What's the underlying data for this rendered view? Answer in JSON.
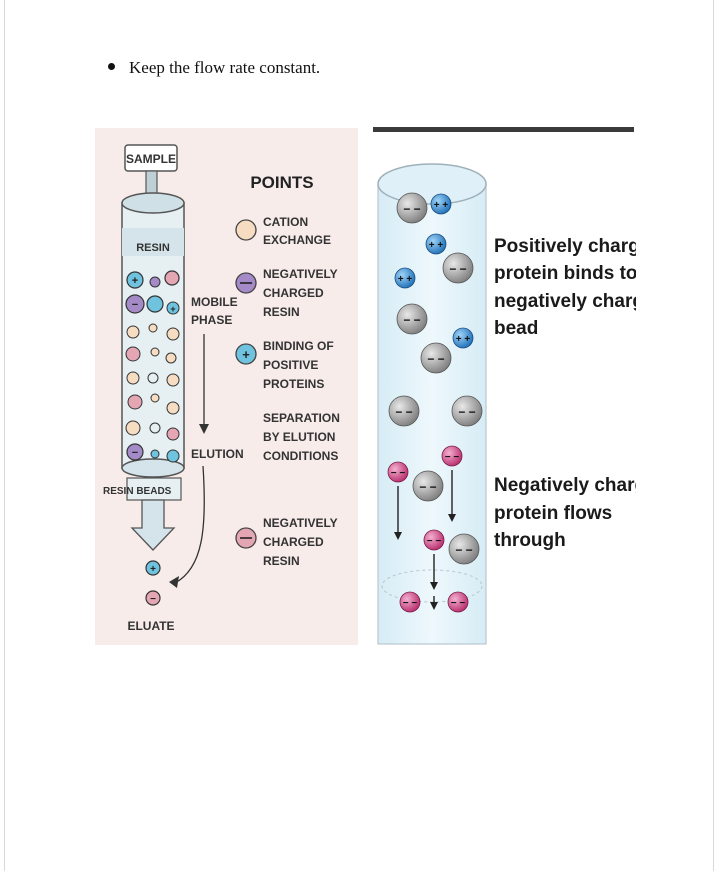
{
  "document": {
    "bullet_text": "Keep the flow rate constant."
  },
  "left_figure": {
    "sample_label": "SAMPLE",
    "resin_label": "RESIN",
    "mobile_phase_line1": "MOBILE",
    "mobile_phase_line2": "PHASE",
    "elution_label": "ELUTION",
    "resin_beads_label": "RESIN BEADS",
    "eluate_label": "ELUATE",
    "points_title": "POINTS",
    "legend": [
      {
        "line1": "CATION",
        "line2": "EXCHANGE",
        "line3": "",
        "color": "#f6dcc0"
      },
      {
        "line1": "NEGATIVELY",
        "line2": "CHARGED",
        "line3": "RESIN",
        "color": "#a58ac8"
      },
      {
        "line1": "BINDING OF",
        "line2": "POSITIVE",
        "line3": "PROTEINS",
        "color": "#6fc3df"
      },
      {
        "line1": "SEPARATION",
        "line2": "BY ELUTION",
        "line3": "CONDITIONS",
        "color": ""
      },
      {
        "line1": "NEGATIVELY",
        "line2": "CHARGED",
        "line3": "RESIN",
        "color": "#e5a6b4"
      }
    ]
  },
  "right_figure": {
    "top_caption": [
      "Positively charged",
      "protein binds to",
      "negatively charged",
      "bead"
    ],
    "bottom_caption": [
      "Negatively charged",
      "protein flows",
      "through"
    ],
    "colors": {
      "positive_protein": "#2f8fd8",
      "negative_protein": "#d64a8a",
      "bead": "#8f8f8f"
    }
  }
}
